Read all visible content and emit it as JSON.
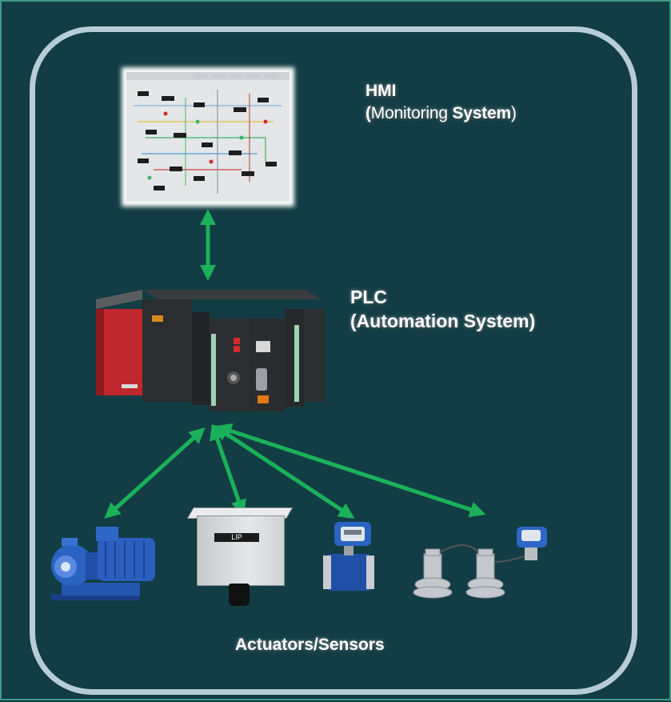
{
  "hmi": {
    "title": "HMI",
    "subtitle_open": "(",
    "subtitle_word1": "Monitoring",
    "subtitle_word2": "System",
    "subtitle_close": ")"
  },
  "plc": {
    "title": "PLC",
    "subtitle": "(Automation System)"
  },
  "field": {
    "label": "Actuators/Sensors",
    "box_tag": "LIP"
  },
  "colors": {
    "background": "#123d44",
    "frame": "#b6cdd5",
    "arrow": "#1bb05a",
    "text": "#ffffff"
  }
}
